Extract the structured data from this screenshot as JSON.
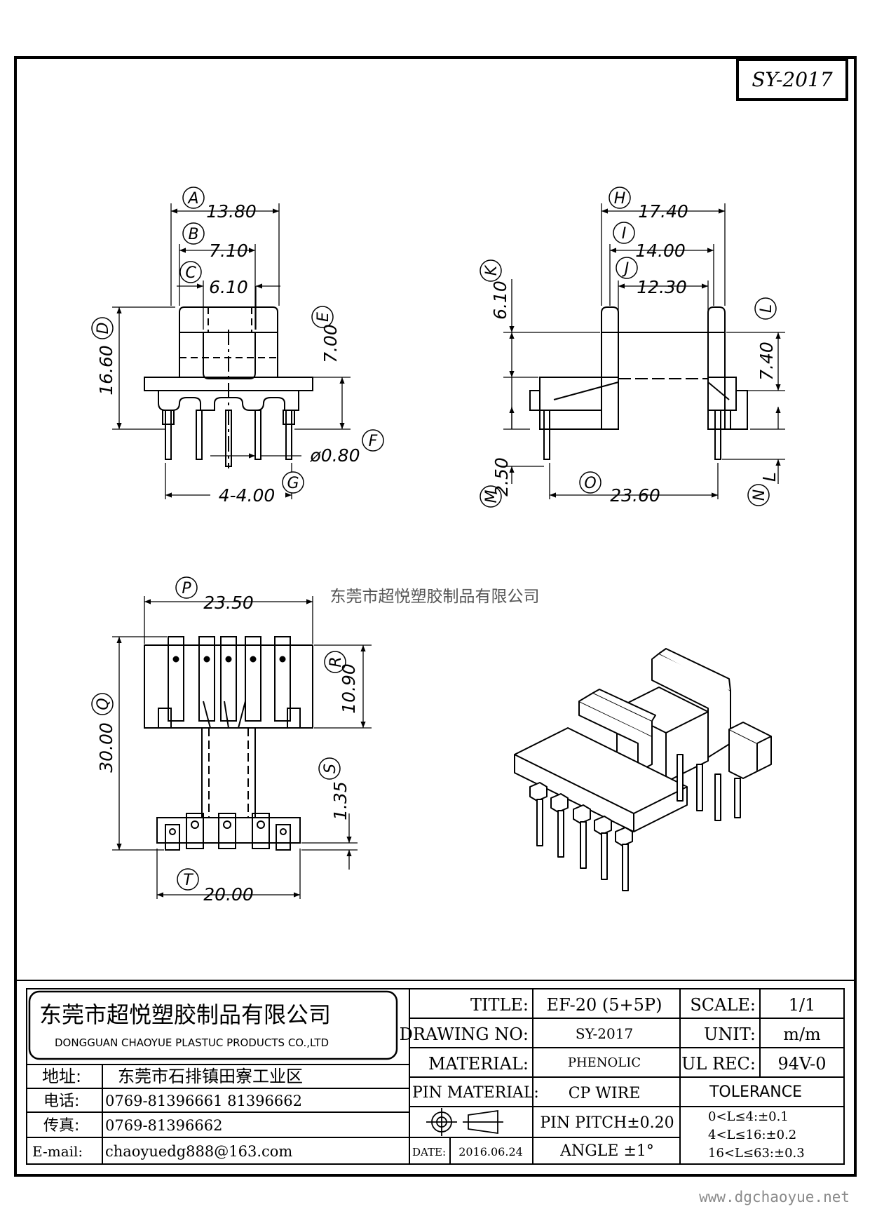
{
  "drawing_code": "SY-2017",
  "watermark": "东莞市超悦塑胶制品有限公司",
  "website": "www.dgchaoyue.net",
  "dimensions": {
    "A": {
      "letter": "A",
      "value": "13.80"
    },
    "B": {
      "letter": "B",
      "value": "7.10"
    },
    "C": {
      "letter": "C",
      "value": "6.10"
    },
    "D": {
      "letter": "D",
      "value": "16.60"
    },
    "E": {
      "letter": "E",
      "value": "7.00"
    },
    "F": {
      "letter": "F",
      "value": "ø0.80"
    },
    "G": {
      "letter": "G",
      "value": "4-4.00"
    },
    "H": {
      "letter": "H",
      "value": "17.40"
    },
    "I": {
      "letter": "I",
      "value": "14.00"
    },
    "J": {
      "letter": "J",
      "value": "12.30"
    },
    "K": {
      "letter": "K",
      "value": "6.10"
    },
    "L": {
      "letter": "L",
      "value": "7.40"
    },
    "M": {
      "letter": "M",
      "value": "2.50"
    },
    "N": {
      "letter": "N",
      "value": "L"
    },
    "O": {
      "letter": "O",
      "value": "23.60"
    },
    "P": {
      "letter": "P",
      "value": "23.50"
    },
    "Q": {
      "letter": "Q",
      "value": "30.00"
    },
    "R": {
      "letter": "R",
      "value": "10.90"
    },
    "S": {
      "letter": "S",
      "value": "1.35"
    },
    "T": {
      "letter": "T",
      "value": "20.00"
    }
  },
  "title_block": {
    "company_cn": "东莞市超悦塑胶制品有限公司",
    "company_en": "DONGGUAN CHAOYUE PLASTUC PRODUCTS CO.,LTD",
    "address_label": "地址:",
    "address": "东莞市石排镇田寮工业区",
    "phone_label": "电话:",
    "phone": "0769-81396661  81396662",
    "fax_label": "传真:",
    "fax": "0769-81396662",
    "email_label": "E-mail:",
    "email": "chaoyuedg888@163.com",
    "title_label": "TITLE:",
    "title": "EF-20 (5+5P)",
    "drawing_no_label": "DRAWING NO:",
    "drawing_no": "SY-2017",
    "material_label": "MATERIAL:",
    "material": "PHENOLIC",
    "pin_material_label": "PIN MATERIAL:",
    "pin_material": "CP WIRE",
    "pin_pitch": "PIN PITCH±0.20",
    "angle": "ANGLE  ±1°",
    "date_label": "DATE:",
    "date": "2016.06.24",
    "scale_label": "SCALE:",
    "scale": "1/1",
    "unit_label": "UNIT:",
    "unit": "m/m",
    "ul_rec_label": "UL REC:",
    "ul_rec": "94V-0",
    "tolerance_label": "TOLERANCE",
    "tolerances": [
      "0<L≤4:±0.1",
      "4<L≤16:±0.2",
      "16<L≤63:±0.3"
    ]
  }
}
